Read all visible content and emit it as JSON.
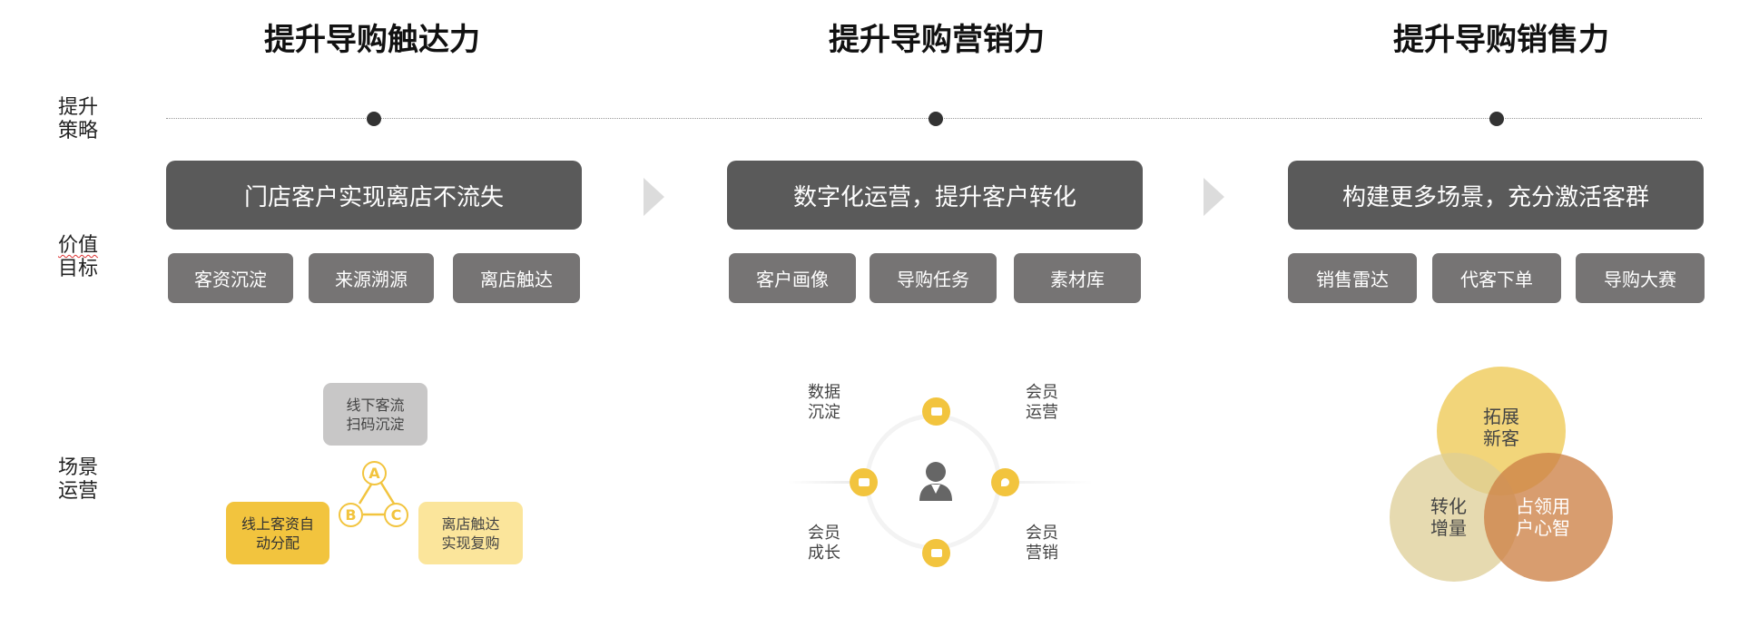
{
  "columns": [
    {
      "title": "提升导购触达力",
      "value": "门店客户实现离店不流失",
      "buttons": [
        "客资沉淀",
        "来源溯源",
        "离店触达"
      ]
    },
    {
      "title": "提升导购营销力",
      "value": "数字化运营，提升客户转化",
      "buttons": [
        "客户画像",
        "导购任务",
        "素材库"
      ]
    },
    {
      "title": "提升导购销售力",
      "value": "构建更多场景，充分激活客群",
      "buttons": [
        "销售雷达",
        "代客下单",
        "导购大赛"
      ]
    }
  ],
  "row_labels": {
    "strategy": [
      "提升",
      "策略"
    ],
    "value": [
      "价值",
      "目标"
    ],
    "scene": [
      "场景",
      "运营"
    ]
  },
  "scene1": {
    "top_card": [
      "线下客流",
      "扫码沉淀"
    ],
    "left_card": [
      "线上客资自",
      "动分配"
    ],
    "right_card": [
      "离店触达",
      "实现复购"
    ],
    "nodes": [
      "A",
      "B",
      "C"
    ]
  },
  "scene2": {
    "top_left": [
      "数据",
      "沉淀"
    ],
    "top_right": [
      "会员",
      "运营"
    ],
    "bottom_left": [
      "会员",
      "成长"
    ],
    "bottom_right": [
      "会员",
      "营销"
    ]
  },
  "scene3": {
    "top": [
      "拓展",
      "新客"
    ],
    "left": [
      "转化",
      "增量"
    ],
    "right": [
      "占领用",
      "户心智"
    ]
  },
  "colors": {
    "dark_box": "#5a5a5a",
    "button": "#767474",
    "accent_yellow": "#f2c43e",
    "light_yellow": "#fbe59b",
    "gray_card": "#c8c7c7",
    "bubble_top": "#f1d06c",
    "bubble_left": "#e4d7a9",
    "bubble_right": "#d6935f"
  }
}
